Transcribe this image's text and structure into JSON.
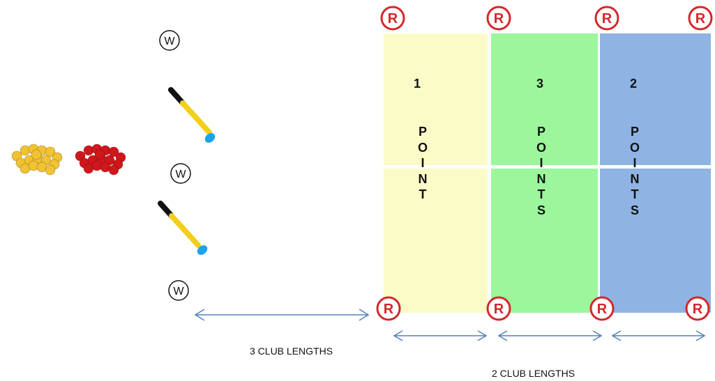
{
  "zones": [
    {
      "number": "1",
      "letters": [
        "P",
        "O",
        "I",
        "N",
        "T"
      ],
      "color": "#fbfbc8"
    },
    {
      "number": "3",
      "letters": [
        "P",
        "O",
        "I",
        "N",
        "T",
        "S"
      ],
      "color": "#9cf79c"
    },
    {
      "number": "2",
      "letters": [
        "P",
        "O",
        "I",
        "N",
        "T",
        "S"
      ],
      "color": "#8fb3e3"
    }
  ],
  "marker_labels": {
    "referee": "R",
    "player": "W"
  },
  "captions": {
    "three_club_lengths": "3 CLUB LENGTHS",
    "two_club_lengths": "2 CLUB LENGTHS"
  },
  "colors": {
    "referee_ring": "#d4262a",
    "arrow": "#4f81bd",
    "club_shaft": "#f2cf1b",
    "club_head": "#1fa3e8",
    "yellow_balls": "#f1c232",
    "red_balls": "#d0171c"
  }
}
